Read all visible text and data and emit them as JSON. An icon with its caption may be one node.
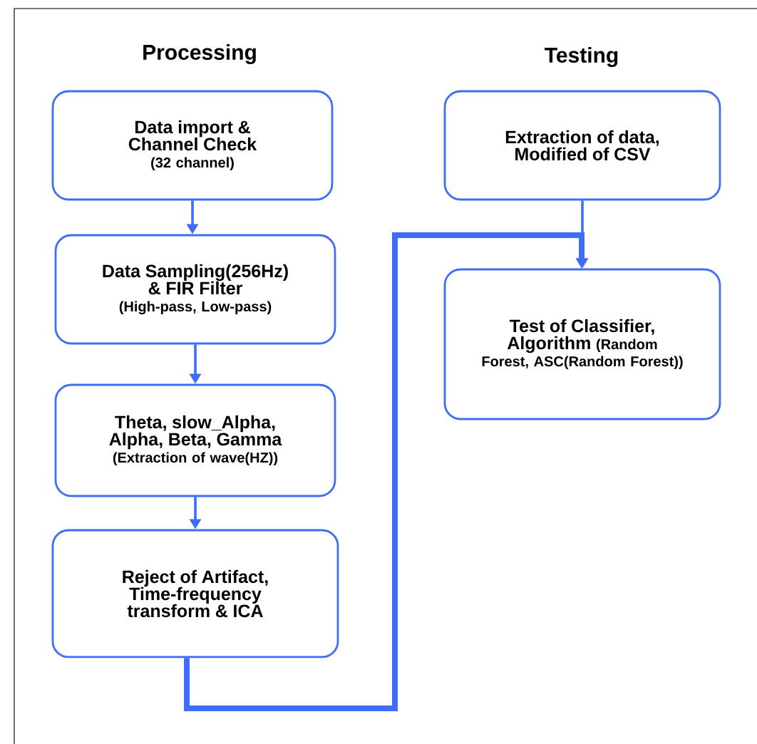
{
  "diagram": {
    "nodes": [
      {
        "text": [
          "Data import & Channel Check",
          "(32 channel)"
        ]
      },
      {
        "text": [
          "Data Sampling(256Hz) & FIR Filter",
          "(High-pass, Low-pass)"
        ]
      },
      {
        "text": [
          "Theta, slow_Alpha, Alpha, Beta, Gamma",
          "(Extraction of wave(HZ))"
        ]
      },
      {
        "text": [
          "Reject of Artifact, Time-frequency transform & ICA"
        ]
      },
      {
        "text": [
          "Extraction of data, Modified of CSV"
        ]
      },
      {
        "text": [
          "Test of Classifier, Algorithm",
          "(Random Forest, ASC(Random Forest))"
        ]
      }
    ],
    "edges": [
      {
        "from": 0,
        "to": 1,
        "arrow": "to"
      },
      {
        "from": 1,
        "to": 2,
        "arrow": "to"
      },
      {
        "from": 2,
        "to": 3,
        "arrow": "to"
      },
      {
        "from": 3,
        "to": 5,
        "arrow": "to",
        "style": "thick"
      },
      {
        "from": 4,
        "to": 5,
        "arrow": "to"
      }
    ],
    "labels": [
      "Processing",
      "Testing"
    ]
  }
}
